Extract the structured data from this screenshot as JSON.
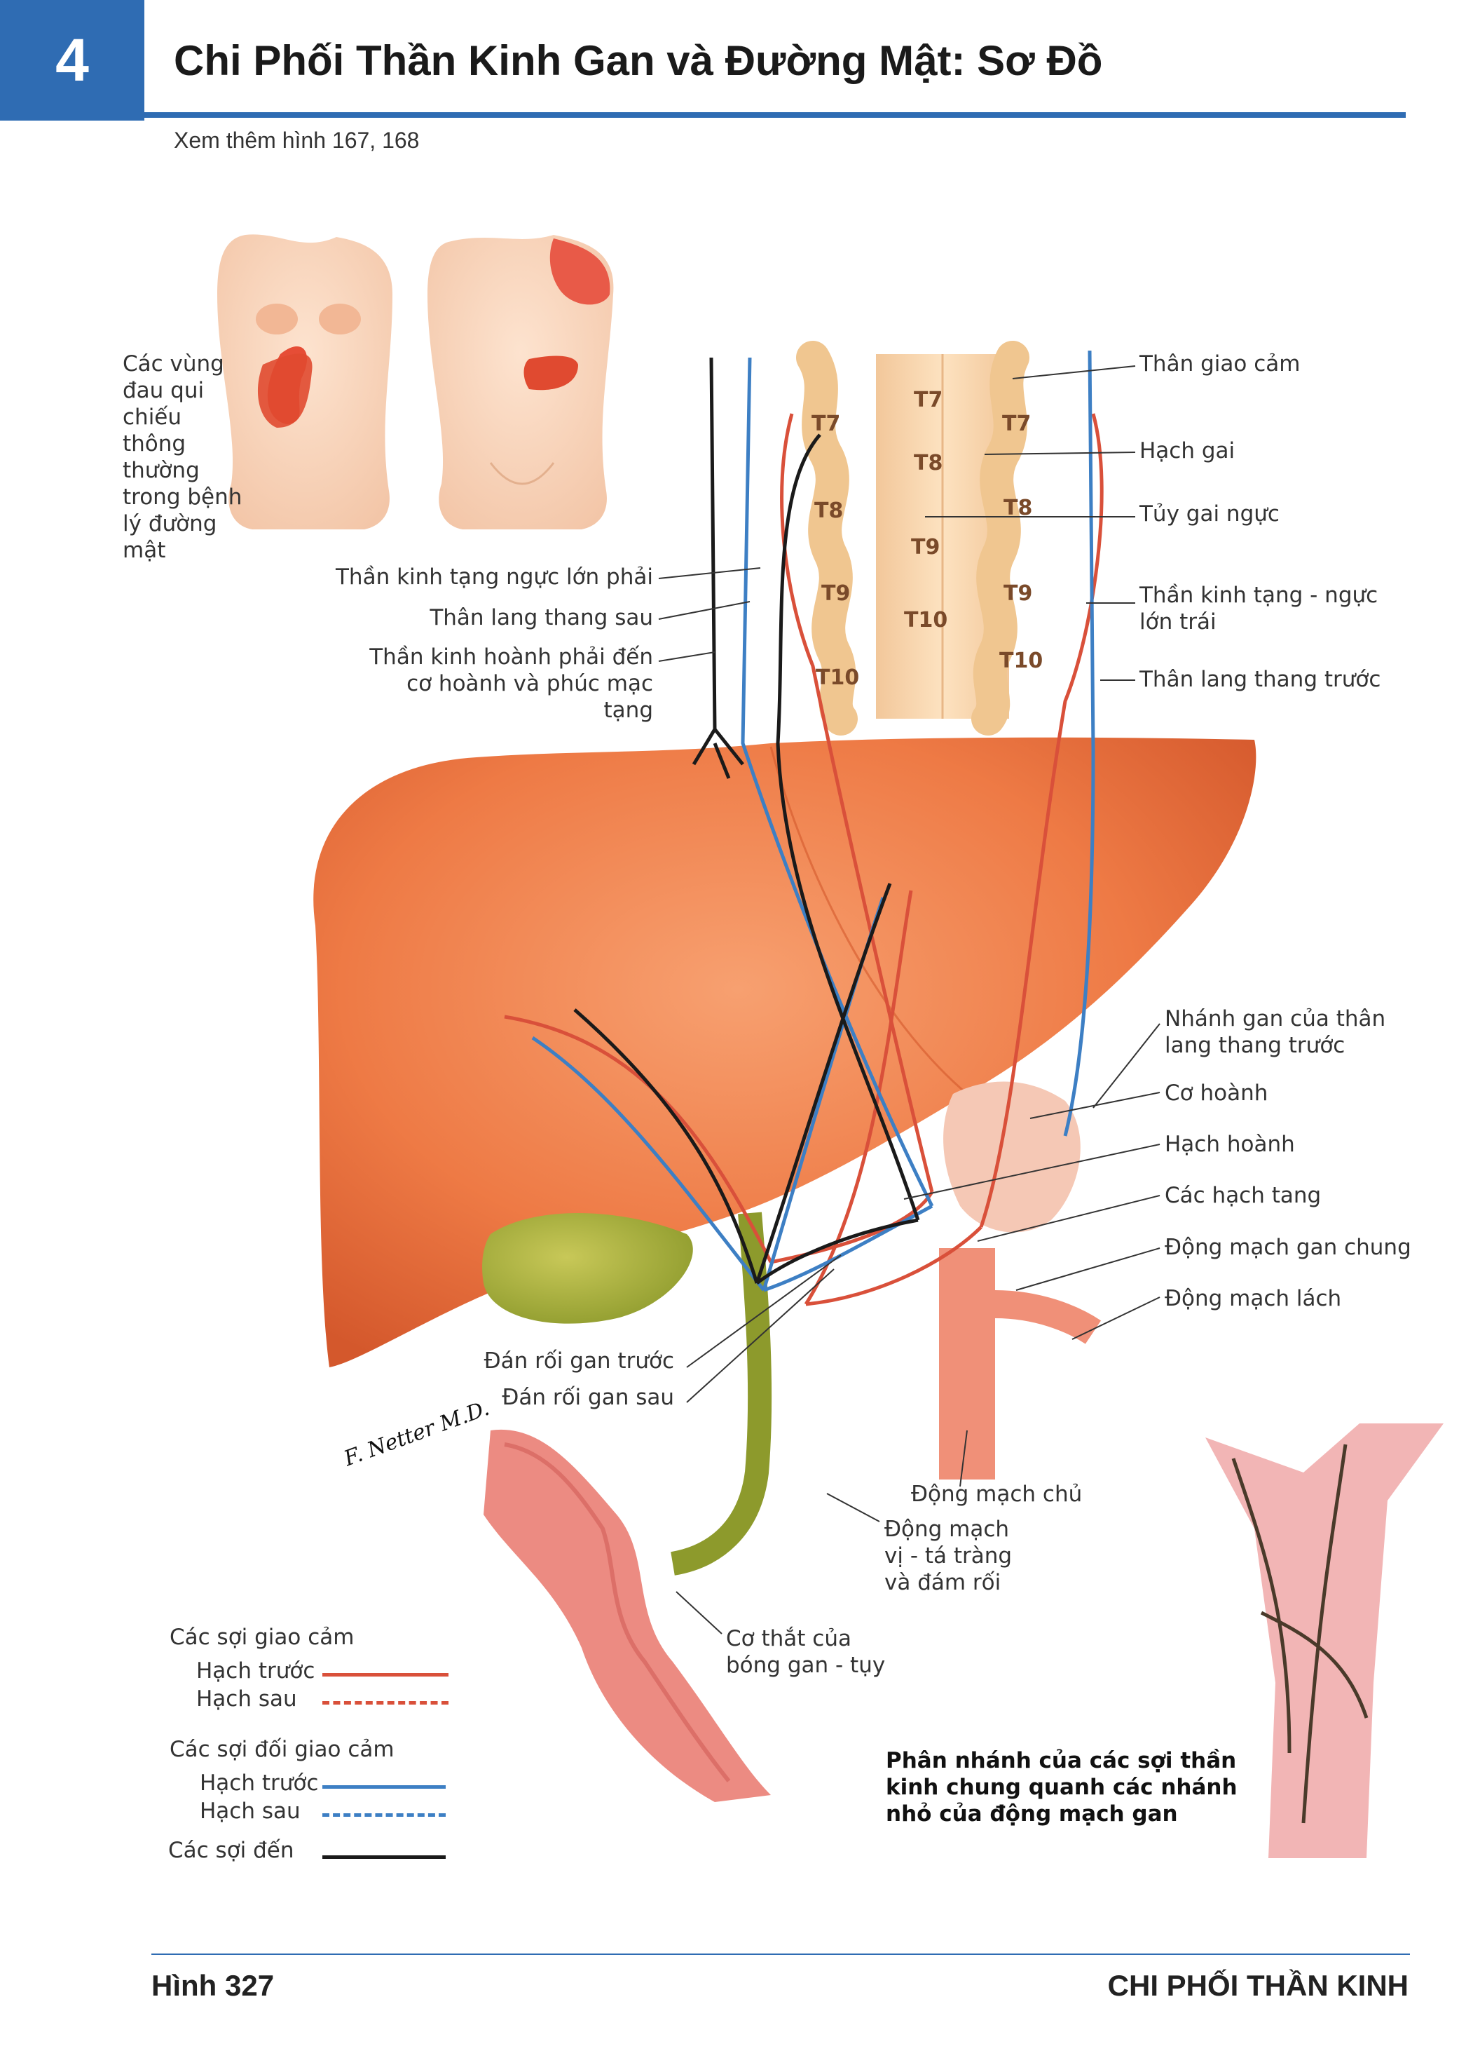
{
  "header": {
    "chapter_number": "4",
    "title": "Chi Phối Thần Kinh Gan và Đường Mật: Sơ Đồ",
    "see_also": "Xem thêm hình 167, 168"
  },
  "labels": {
    "pain_zones": "Các vùng đau qui chiếu thông thường trong bệnh lý đường mật",
    "sympathetic_trunk": "Thân giao cảm",
    "spinal_ganglion": "Hạch gai",
    "thoracic_cord": "Tủy gai ngực",
    "left_greater_splanchnic": "Thần kinh tạng - ngực lớn trái",
    "anterior_vagal_trunk": "Thân lang thang trước",
    "right_greater_splanchnic": "Thần kinh tạng ngực lớn phải",
    "posterior_vagal_trunk": "Thân lang thang sau",
    "right_phrenic": "Thần kinh hoành phải đến cơ hoành và phúc mạc tạng",
    "hepatic_branch_vagus": "Nhánh gan của thân lang thang trước",
    "diaphragm": "Cơ hoành",
    "phrenic_ganglion": "Hạch hoành",
    "celiac_ganglia": "Các hạch tang",
    "common_hepatic_artery": "Động mạch gan chung",
    "splenic_artery": "Động mạch lách",
    "anterior_hepatic_plexus": "Đán rối gan trước",
    "posterior_hepatic_plexus": "Đán rối gan sau",
    "aorta": "Động mạch chủ",
    "gastroduodenal_artery": "Động mạch vị - tá tràng và đám rối",
    "sphincter": "Cơ thắt của bóng gan - tụy",
    "branching_caption": "Phân nhánh của các sợi thần kinh chung quanh các nhánh nhỏ của động mạch gan",
    "signature": "F. Netter M.D."
  },
  "vertebrae": {
    "left": [
      "T7",
      "T8",
      "T9",
      "T10"
    ],
    "center": [
      "T7",
      "T8",
      "T9",
      "T10"
    ],
    "right": [
      "T7",
      "T8",
      "T9",
      "T10"
    ]
  },
  "legend": {
    "sympathetic_title": "Các sợi giao cảm",
    "sympathetic_pre": "Hạch trước",
    "sympathetic_post": "Hạch sau",
    "parasympathetic_title": "Các sợi đối giao cảm",
    "parasympathetic_pre": "Hạch trước",
    "parasympathetic_post": "Hạch sau",
    "afferent": "Các sợi đến",
    "colors": {
      "sympathetic": "#d9503a",
      "parasympathetic": "#3d7fc4",
      "afferent": "#1a1a1a"
    }
  },
  "footer": {
    "figure_number": "Hình 327",
    "section": "CHI PHỐI THẦN KINH"
  }
}
